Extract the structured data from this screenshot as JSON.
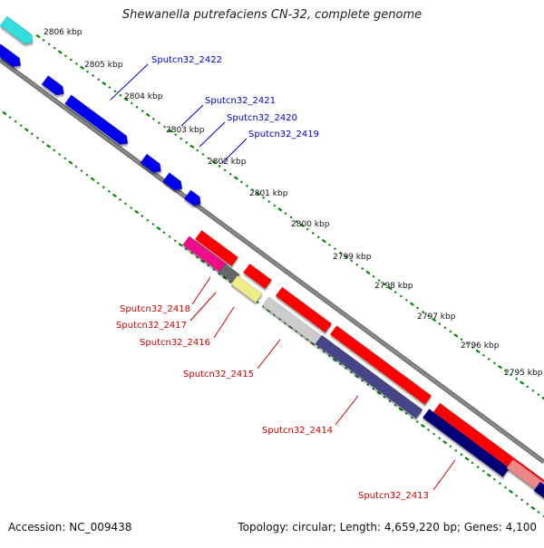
{
  "title": "Shewanella putrefaciens CN-32, complete genome",
  "footer": {
    "accession_label": "Accession:",
    "accession_value": "NC_009438",
    "topology_label": "Topology:",
    "topology_value": "circular",
    "length_label": "Length:",
    "length_value": "4,659,220 bp",
    "genes_label": "Genes:",
    "genes_value": "4,100"
  },
  "colors": {
    "forward_gene": "#0000ee",
    "forward_label": "#0000cc",
    "reverse_gene": "#ff0000",
    "reverse_label": "#cc0000",
    "backbone": "#888888",
    "tick": "#008800",
    "cyan_gene": "#33dddd",
    "magenta_gene": "#ee1188",
    "gray_gene": "#666666",
    "khaki_gene": "#eeee88",
    "lightgray_gene": "#cccccc",
    "slate_gene": "#444488",
    "navy_gene": "#000077",
    "salmon_gene": "#ee8888"
  },
  "scale_labels": [
    "2806 kbp",
    "2805 kbp",
    "2804 kbp",
    "2803 kbp",
    "2802 kbp",
    "2801 kbp",
    "2800 kbp",
    "2799 kbp",
    "2798 kbp",
    "2797 kbp",
    "2796 kbp",
    "2795 kbp"
  ],
  "forward_gene_labels": [
    "Sputcn32_2422",
    "Sputcn32_2421",
    "Sputcn32_2420",
    "Sputcn32_2419"
  ],
  "reverse_gene_labels": [
    "Sputcn32_2418",
    "Sputcn32_2417",
    "Sputcn32_2416",
    "Sputcn32_2415",
    "Sputcn32_2414",
    "Sputcn32_2413"
  ]
}
